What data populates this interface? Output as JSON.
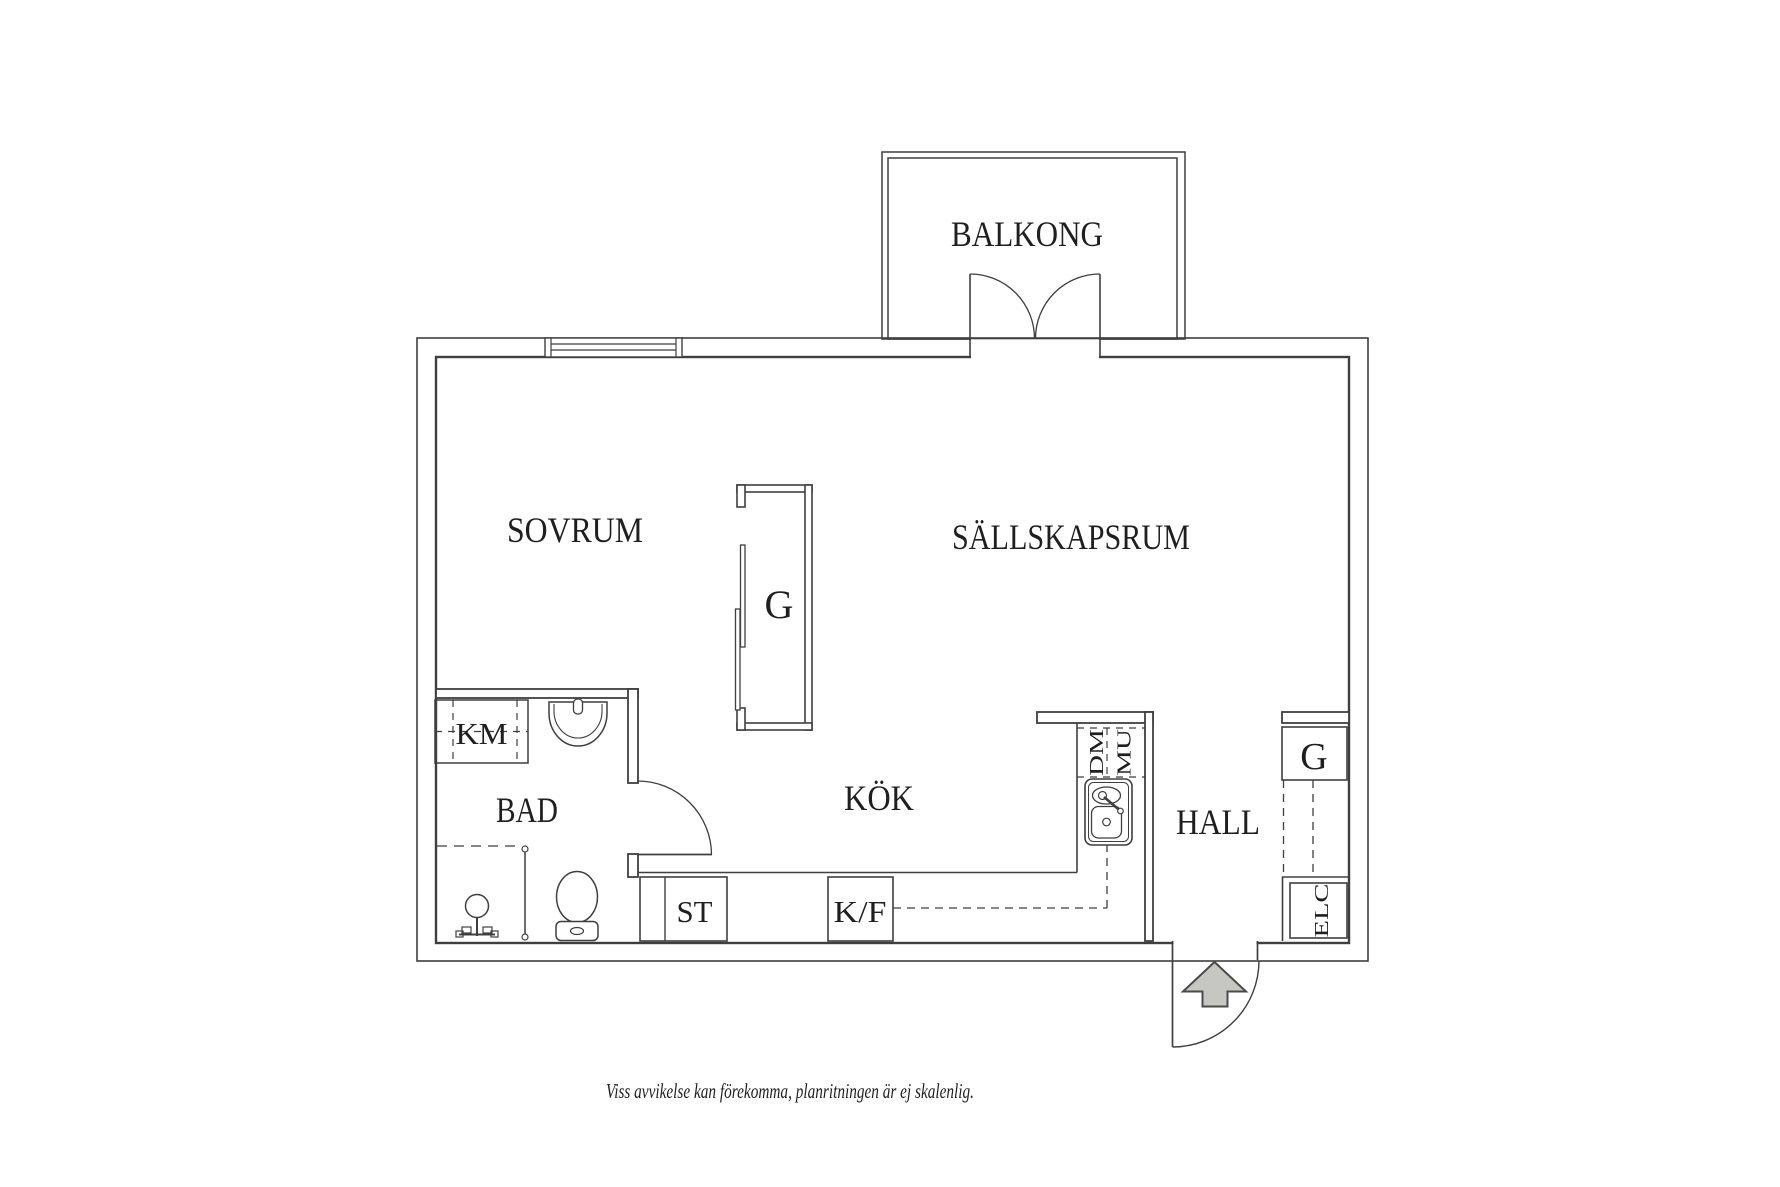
{
  "rooms": {
    "balcony": "BALKONG",
    "bedroom": "SOVRUM",
    "living_room": "SÄLLSKAPSRUM",
    "bathroom": "BAD",
    "kitchen": "KÖK",
    "hall": "HALL"
  },
  "fixtures": {
    "washing_machine": "KM",
    "bedroom_wardrobe": "G",
    "storage_closet": "ST",
    "fridge_freezer": "K/F",
    "dishwasher": "DM",
    "micro_unit": "MU",
    "hall_wardrobe": "G",
    "electrical_cabinet": "ELC"
  },
  "caption": "Viss avvikelse kan förekomma, planritningen är ej skalenlig.",
  "colors": {
    "background": "#ffffff",
    "line": "#3f3f3f",
    "text": "#1f1f1f",
    "arrow_fill": "#c6c7c3",
    "arrow_stroke": "#4a4a4a"
  }
}
